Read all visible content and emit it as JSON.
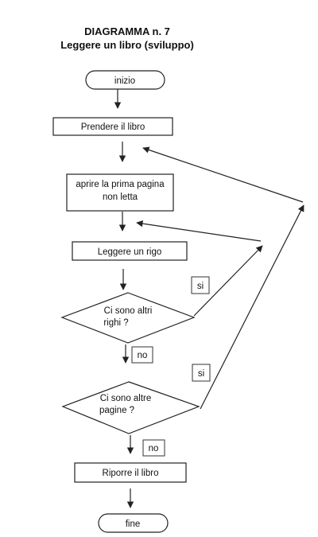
{
  "title": {
    "line1": "DIAGRAMMA n. 7",
    "line2": "Leggere un libro (sviluppo)"
  },
  "nodes": {
    "start": "inizio",
    "take_book": "Prendere il libro",
    "open_page_line1": "aprire la prima pagina",
    "open_page_line2": "non letta",
    "read_line": "Leggere un rigo",
    "q_lines_line1": "Ci sono altri",
    "q_lines_line2": "righi ?",
    "q_pages_line1": "Ci sono altre",
    "q_pages_line2": "pagine ?",
    "put_back": "Riporre il libro",
    "end": "fine"
  },
  "branches": {
    "lines_yes": "si",
    "lines_no": "no",
    "pages_yes": "si",
    "pages_no": "no"
  }
}
